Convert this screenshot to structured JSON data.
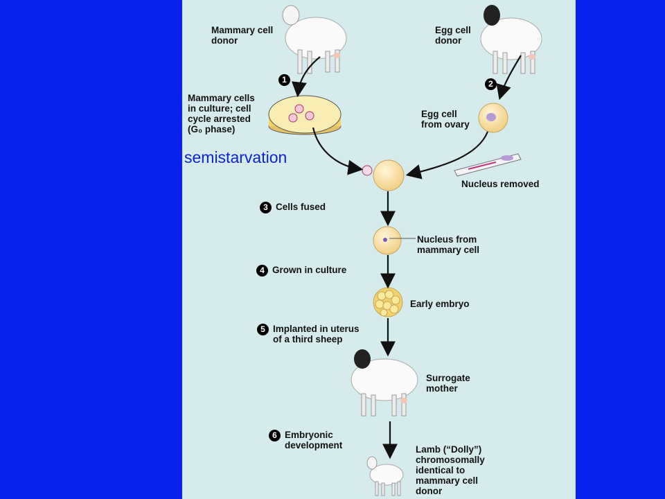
{
  "labels": {
    "mammary_donor": "Mammary cell\ndonor",
    "egg_donor": "Egg cell\ndonor",
    "mammary_culture": "Mammary cells\nin culture; cell\ncycle arrested\n(G₀ phase)",
    "egg_from_ovary": "Egg cell\nfrom ovary",
    "nucleus_removed": "Nucleus removed",
    "nucleus_from_mammary": "Nucleus from\nmammary cell",
    "early_embryo": "Early embryo",
    "surrogate": "Surrogate\nmother",
    "lamb": "Lamb (“Dolly”)\nchromosomally\nidentical to\nmammary cell\ndonor"
  },
  "steps": [
    {
      "num": "1",
      "text": ""
    },
    {
      "num": "2",
      "text": ""
    },
    {
      "num": "3",
      "text": "Cells fused"
    },
    {
      "num": "4",
      "text": "Grown in culture"
    },
    {
      "num": "5",
      "text": "Implanted in uterus\nof a third sheep"
    },
    {
      "num": "6",
      "text": "Embryonic\ndevelopment"
    }
  ],
  "overlay_text": "semistarvation",
  "colors": {
    "background": "#0a22f0",
    "panel": "#d6ecec",
    "overlay": "#0a22d8"
  }
}
